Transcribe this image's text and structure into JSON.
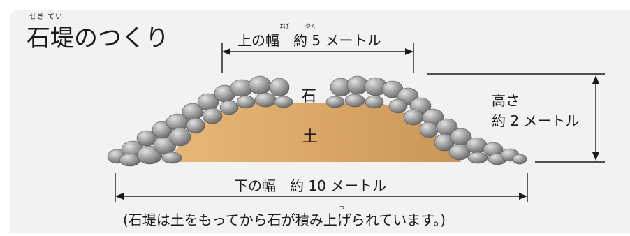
{
  "title": "石堤のつくり",
  "title_ruby": "せき てい",
  "top_width_label": "上の幅　約 5 メートル",
  "ruby_haba": "はば",
  "ruby_yaku": "やく",
  "stone_label": "石",
  "soil_label": "土",
  "height_label_line1": "高さ",
  "height_label_line2": "約 2 メートル",
  "bottom_width_label": "下の幅　約 10 メートル",
  "note": "(石堤は土をもってから石が積み上げられています。)",
  "ruby_tsu": "つ",
  "colors": {
    "panel": "#f2f2f2",
    "soil": "#d9a766",
    "stone": "#9a9a9a",
    "line": "#1a1a1a"
  }
}
